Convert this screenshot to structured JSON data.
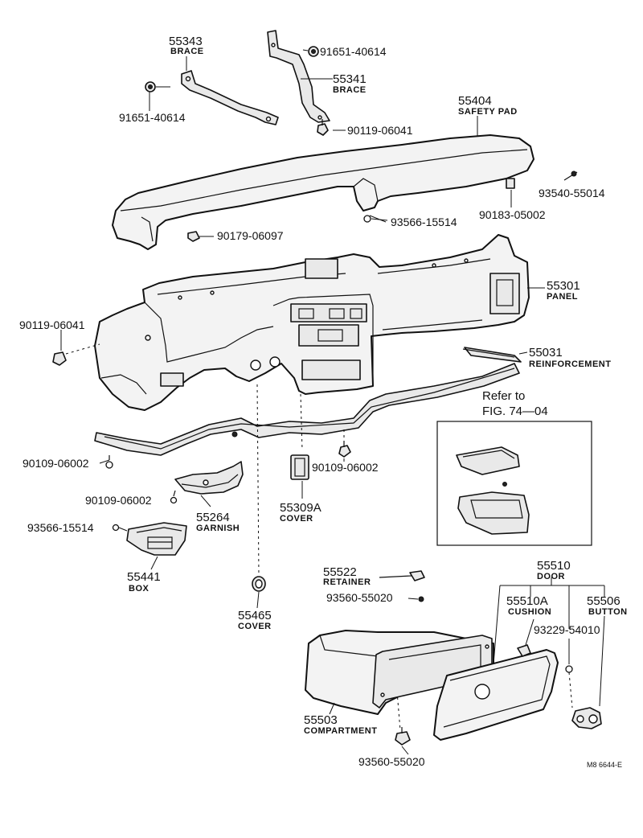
{
  "parts": {
    "p55343": {
      "number": "55343",
      "name": "BRACE"
    },
    "p55341": {
      "number": "55341",
      "name": "BRACE"
    },
    "p55404": {
      "number": "55404",
      "name": "SAFETY PAD"
    },
    "p55301": {
      "number": "55301",
      "name": "PANEL"
    },
    "p55031": {
      "number": "55031",
      "name": "REINFORCEMENT"
    },
    "p55264": {
      "number": "55264",
      "name": "GARNISH"
    },
    "p55309a": {
      "number": "55309A",
      "name": "COVER"
    },
    "p55441": {
      "number": "55441",
      "name": "BOX"
    },
    "p55465": {
      "number": "55465",
      "name": "COVER"
    },
    "p55522": {
      "number": "55522",
      "name": "RETAINER"
    },
    "p55510": {
      "number": "55510",
      "name": "DOOR"
    },
    "p55510a": {
      "number": "55510A",
      "name": "CUSHION"
    },
    "p55506": {
      "number": "55506",
      "name": "BUTTON"
    },
    "p55503": {
      "number": "55503",
      "name": "COMPARTMENT"
    }
  },
  "fasteners": {
    "f_91651_right": "91651-40614",
    "f_91651_left": "91651-40614",
    "f_90119_top": "90119-06041",
    "f_93540": "93540-55014",
    "f_93566_top": "93566-15514",
    "f_90183": "90183-05002",
    "f_90179": "90179-06097",
    "f_90119_left": "90119-06041",
    "f_90109_left": "90109-06002",
    "f_90109_mid": "90109-06002",
    "f_90109_garnish": "90109-06002",
    "f_93566_left": "93566-15514",
    "f_93560_top": "93560-55020",
    "f_93229": "93229-54010",
    "f_93560_bottom": "93560-55020"
  },
  "reference": {
    "line1": "Refer to",
    "line2": "FIG. 74—04"
  },
  "figure_code": "M8 6644-E"
}
